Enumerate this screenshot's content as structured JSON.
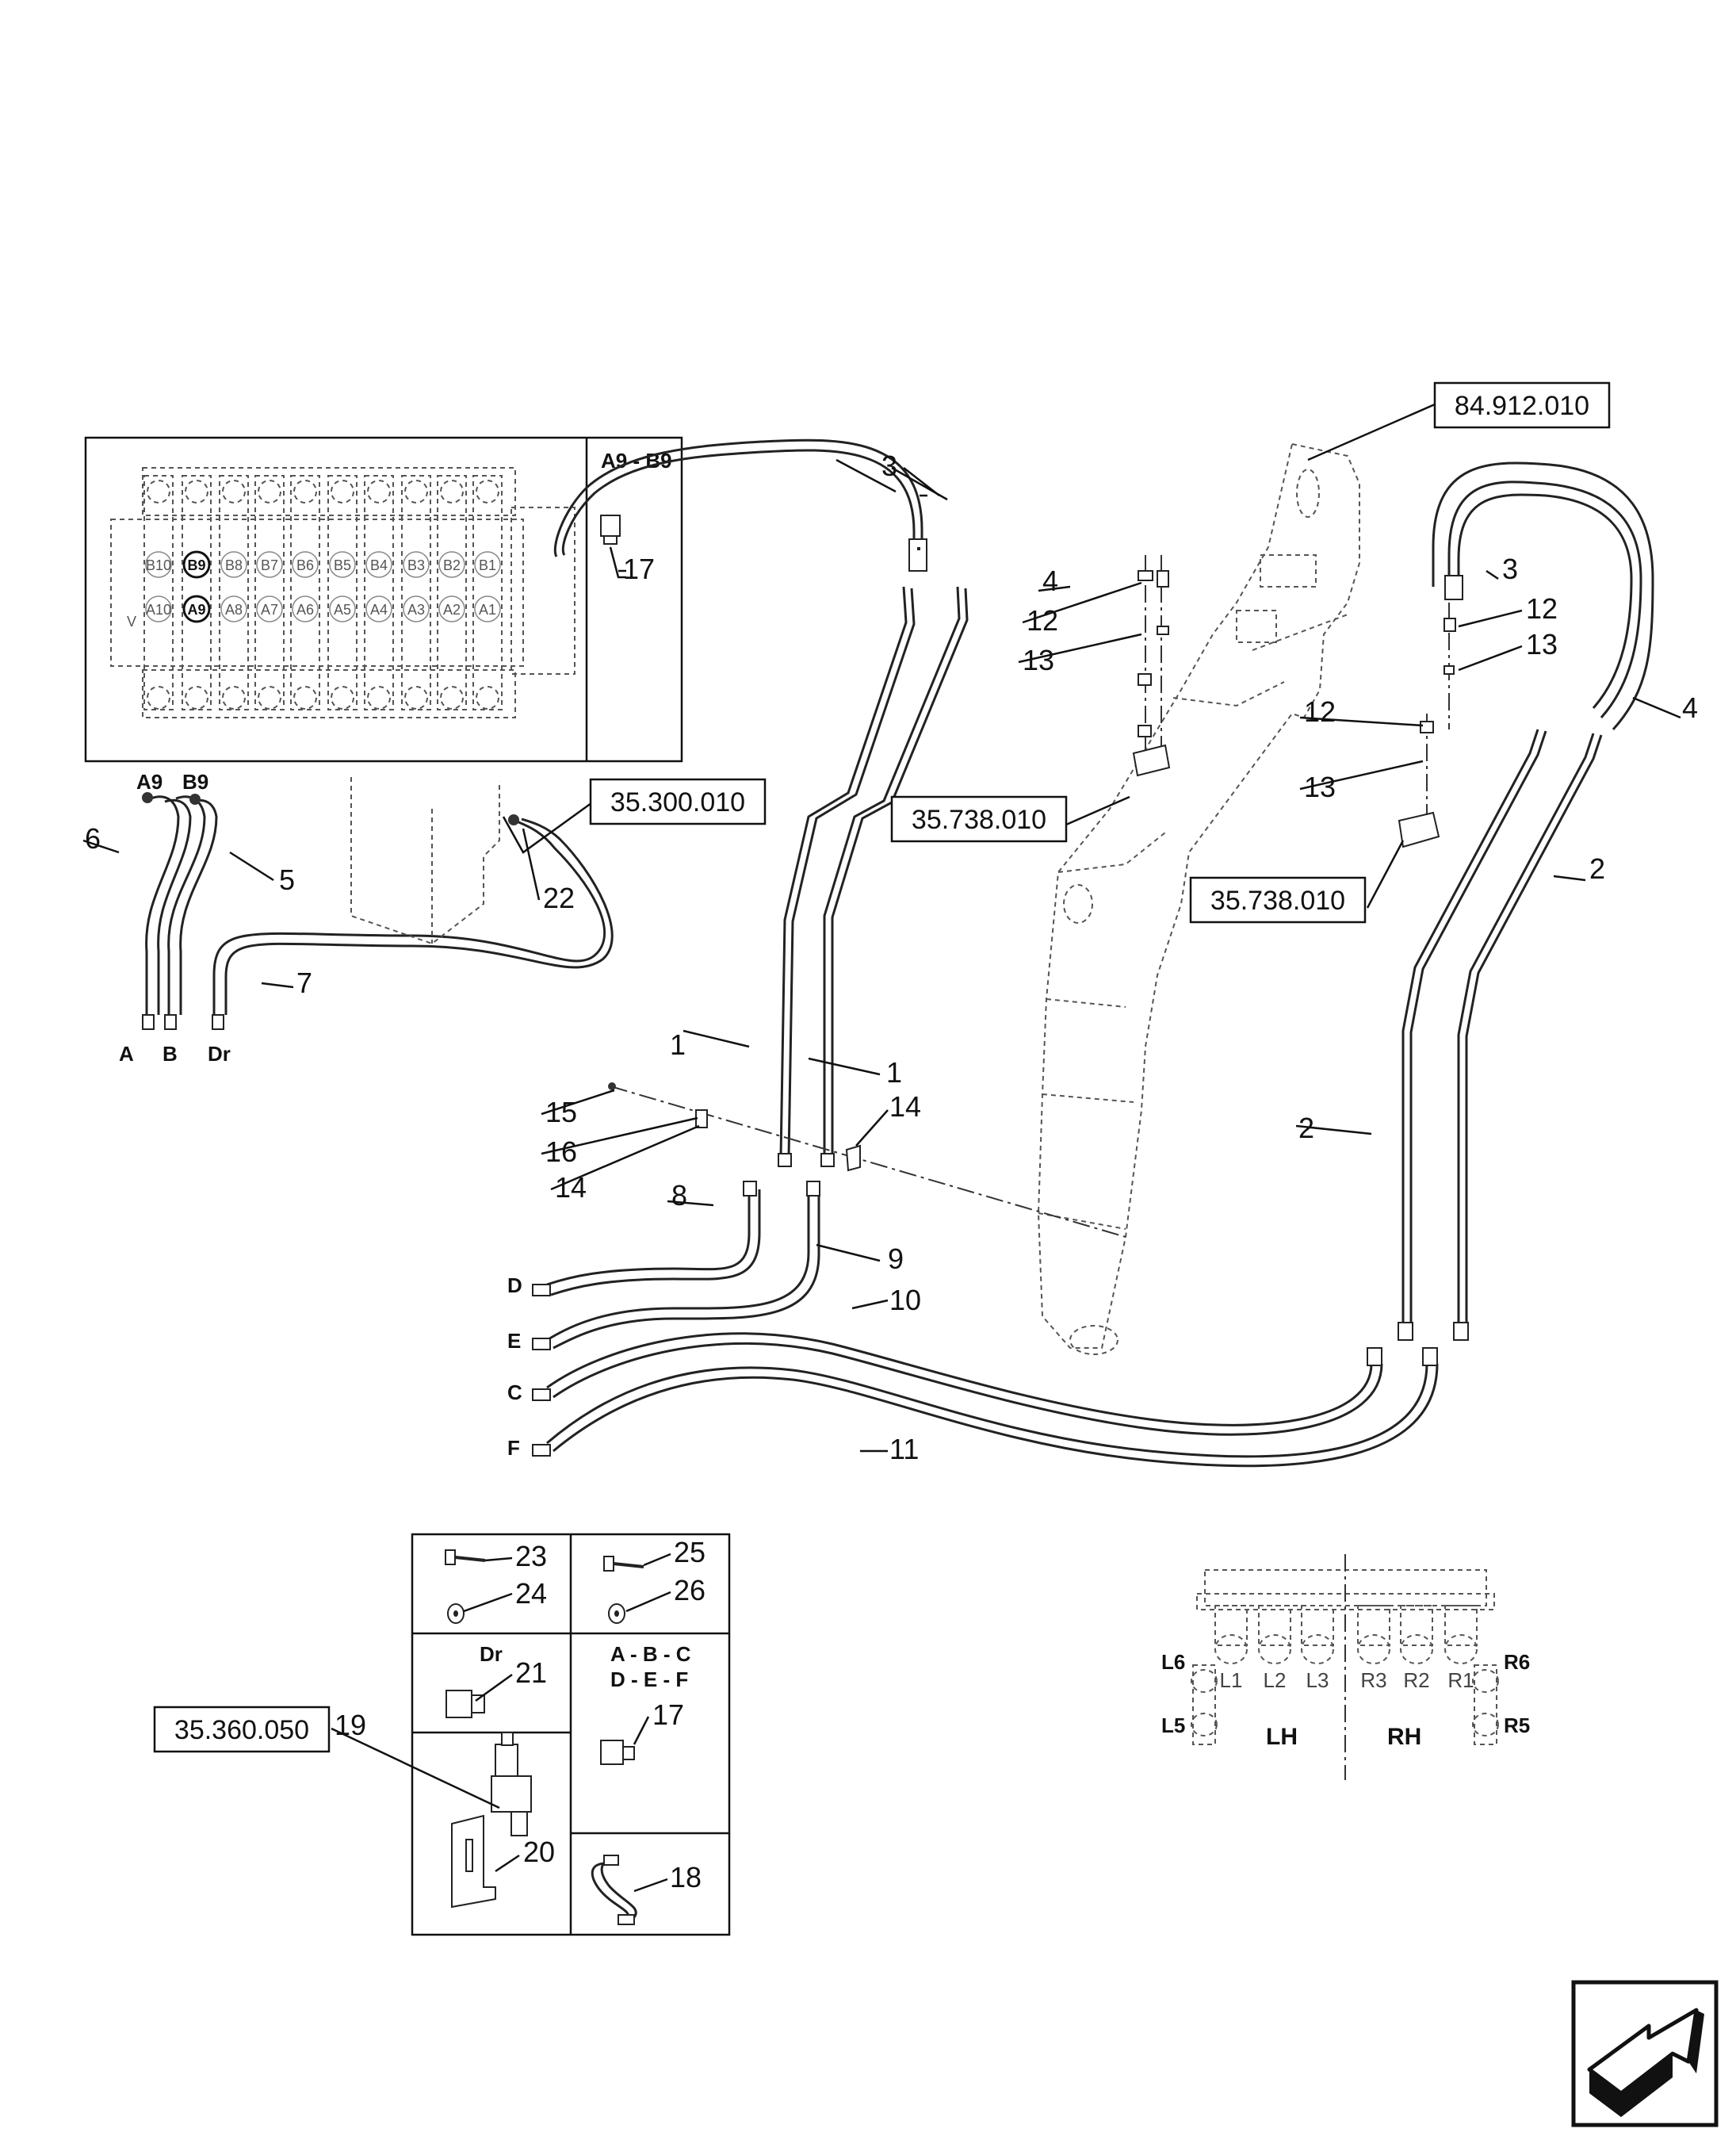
{
  "diagram": {
    "callouts": [
      "1",
      "1",
      "2",
      "2",
      "3",
      "3",
      "4",
      "4",
      "5",
      "6",
      "7",
      "8",
      "9",
      "10",
      "11",
      "12",
      "12",
      "12",
      "13",
      "13",
      "13",
      "14",
      "14",
      "15",
      "16",
      "17",
      "17",
      "18",
      "19",
      "20",
      "21",
      "22",
      "23",
      "24",
      "25",
      "26"
    ],
    "ref_boxes": [
      "84.912.010",
      "35.300.010",
      "35.738.010",
      "35.738.010",
      "35.360.050"
    ],
    "inset_valve": {
      "title": "A9 - B9",
      "b_ports": [
        "B10",
        "B9",
        "B8",
        "B7",
        "B6",
        "B5",
        "B4",
        "B3",
        "B2",
        "B1"
      ],
      "a_ports": [
        "A10",
        "A9",
        "A8",
        "A7",
        "A6",
        "A5",
        "A4",
        "A3",
        "A2",
        "A1"
      ],
      "v_label": "V"
    },
    "hose_ends_top": [
      "A9",
      "B9"
    ],
    "hose_ends_bottom": [
      "A",
      "B",
      "Dr"
    ],
    "port_letters": [
      "D",
      "E",
      "C",
      "F"
    ],
    "kit_labels": {
      "dr": "Dr",
      "abc": "A - B - C",
      "def": "D - E - F"
    },
    "manifold": {
      "left_ports": [
        "L1",
        "L2",
        "L3"
      ],
      "right_ports": [
        "R3",
        "R2",
        "R1"
      ],
      "side_left": [
        "L6",
        "L5"
      ],
      "side_right": [
        "R6",
        "R5"
      ],
      "lh": "LH",
      "rh": "RH"
    }
  }
}
